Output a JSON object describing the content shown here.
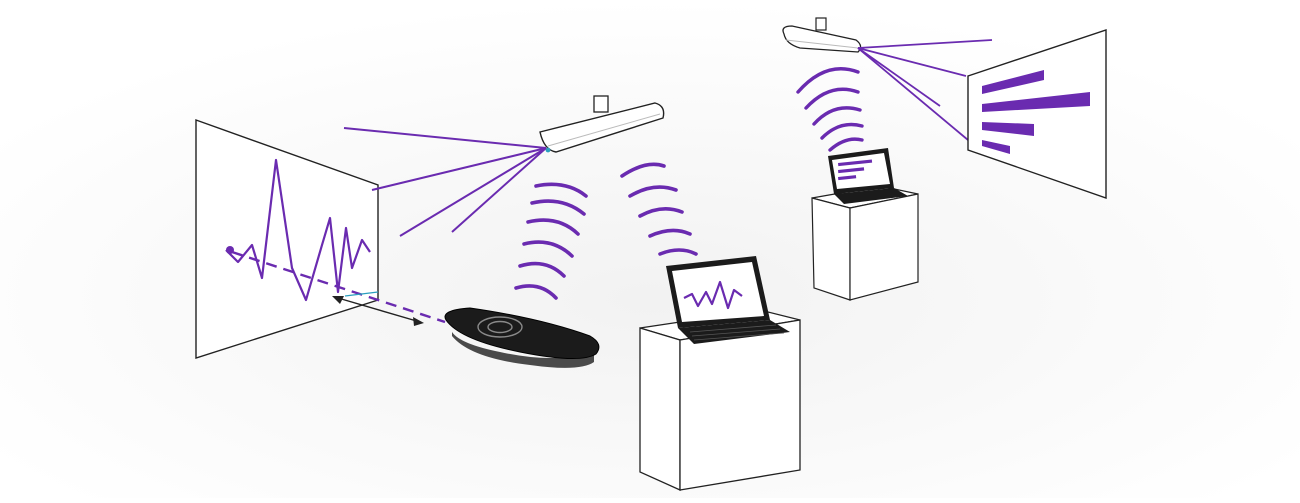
{
  "colors": {
    "accent": "#6a2bb0",
    "line": "#222222",
    "device": "#1b1b1b",
    "floor": "#f4f4f4",
    "paper": "#ffffff",
    "highlight": "#2a9fbf"
  },
  "scene": {
    "left_screen": {
      "content": "line-graph"
    },
    "right_screen": {
      "content": "bar-graph",
      "bars": [
        0.55,
        1.0,
        0.55,
        0.3
      ]
    },
    "presenter_device": {
      "icon": "remote-pointer-icon"
    },
    "main_laptop": {
      "content": "line-graph"
    },
    "back_laptop": {
      "content": "bar-graph",
      "bars": [
        1.0,
        0.75,
        0.5
      ]
    }
  }
}
